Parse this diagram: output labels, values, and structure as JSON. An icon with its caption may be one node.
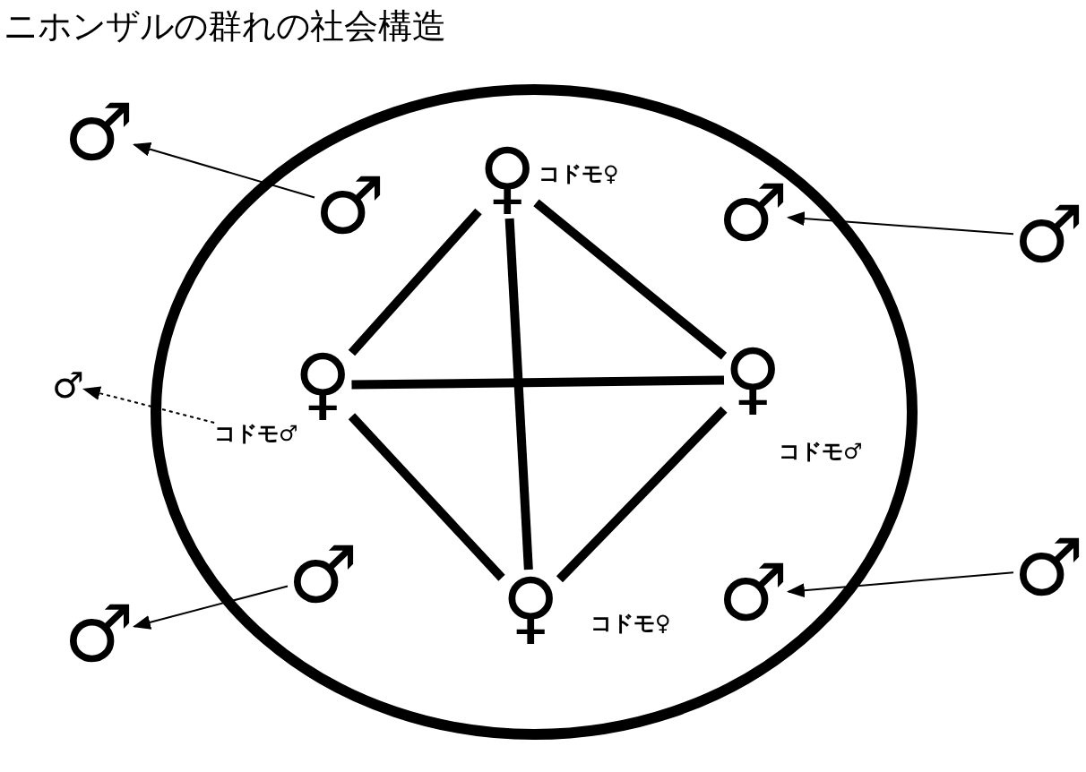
{
  "diagram": {
    "title": "ニホンザルの群れの社会構造",
    "nodes": [
      {
        "text": [],
        "shape": "circle"
      },
      {
        "text": [
          "♀"
        ],
        "in": 0
      },
      {
        "text": [
          "コドモ♀"
        ],
        "in": 0
      },
      {
        "text": [
          "♀"
        ],
        "in": 0
      },
      {
        "text": [
          "コドモ♂"
        ],
        "in": 0
      },
      {
        "text": [
          "♀"
        ],
        "in": 0
      },
      {
        "text": [
          "コドモ♂"
        ],
        "in": 0
      },
      {
        "text": [
          "♀"
        ],
        "in": 0
      },
      {
        "text": [
          "コドモ♀"
        ],
        "in": 0
      },
      {
        "text": [
          "♂"
        ],
        "in": 0
      },
      {
        "text": [
          "♂"
        ],
        "in": 0
      },
      {
        "text": [
          "♂"
        ],
        "in": 0
      },
      {
        "text": [
          "♂"
        ],
        "in": 0
      },
      {
        "text": [
          "♂"
        ]
      },
      {
        "text": [
          "♂"
        ]
      },
      {
        "text": [
          "♂"
        ]
      },
      {
        "text": [
          "♂"
        ]
      },
      {
        "text": [
          "♂"
        ]
      }
    ],
    "edges": [
      {
        "from": 1,
        "to": 3,
        "arrow": "none"
      },
      {
        "from": 1,
        "to": 5,
        "arrow": "none"
      },
      {
        "from": 1,
        "to": 7,
        "arrow": "none"
      },
      {
        "from": 3,
        "to": 5,
        "arrow": "none"
      },
      {
        "from": 3,
        "to": 7,
        "arrow": "none"
      },
      {
        "from": 5,
        "to": 7,
        "arrow": "none"
      },
      {
        "from": 9,
        "to": 13,
        "arrow": "to"
      },
      {
        "from": 14,
        "to": 10,
        "arrow": "to"
      },
      {
        "from": 4,
        "to": 15,
        "arrow": "to",
        "style": "dashed"
      },
      {
        "from": 11,
        "to": 16,
        "arrow": "to"
      },
      {
        "from": 17,
        "to": 12,
        "arrow": "to"
      }
    ]
  }
}
